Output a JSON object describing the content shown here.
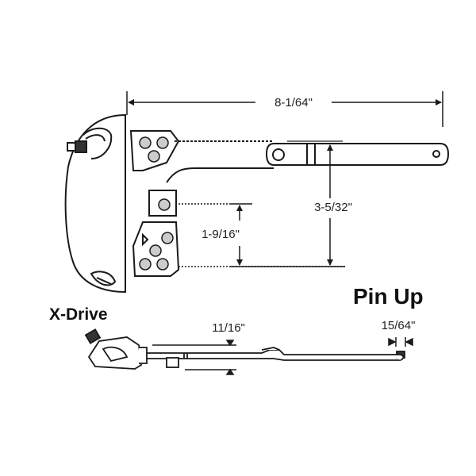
{
  "diagram": {
    "subject": "Casement window operator (X-Drive, Pin Up) dimension drawing",
    "labels": {
      "overall_length": "8-1/64\"",
      "arm_offset": "3-5/32\"",
      "mount_hole_spacing": "1-9/16\"",
      "drive_type": "X-Drive",
      "pin_orientation": "Pin Up",
      "arm_height": "11/16\"",
      "pin_width": "15/64\""
    },
    "views": [
      {
        "name": "top-view",
        "description": "Operator body with mounting plate, screws and arm"
      },
      {
        "name": "side-view",
        "description": "Side profile of operator and arm with pin"
      }
    ],
    "colors": {
      "line": "#1a1a1a",
      "background": "#ffffff",
      "text": "#222222"
    }
  }
}
